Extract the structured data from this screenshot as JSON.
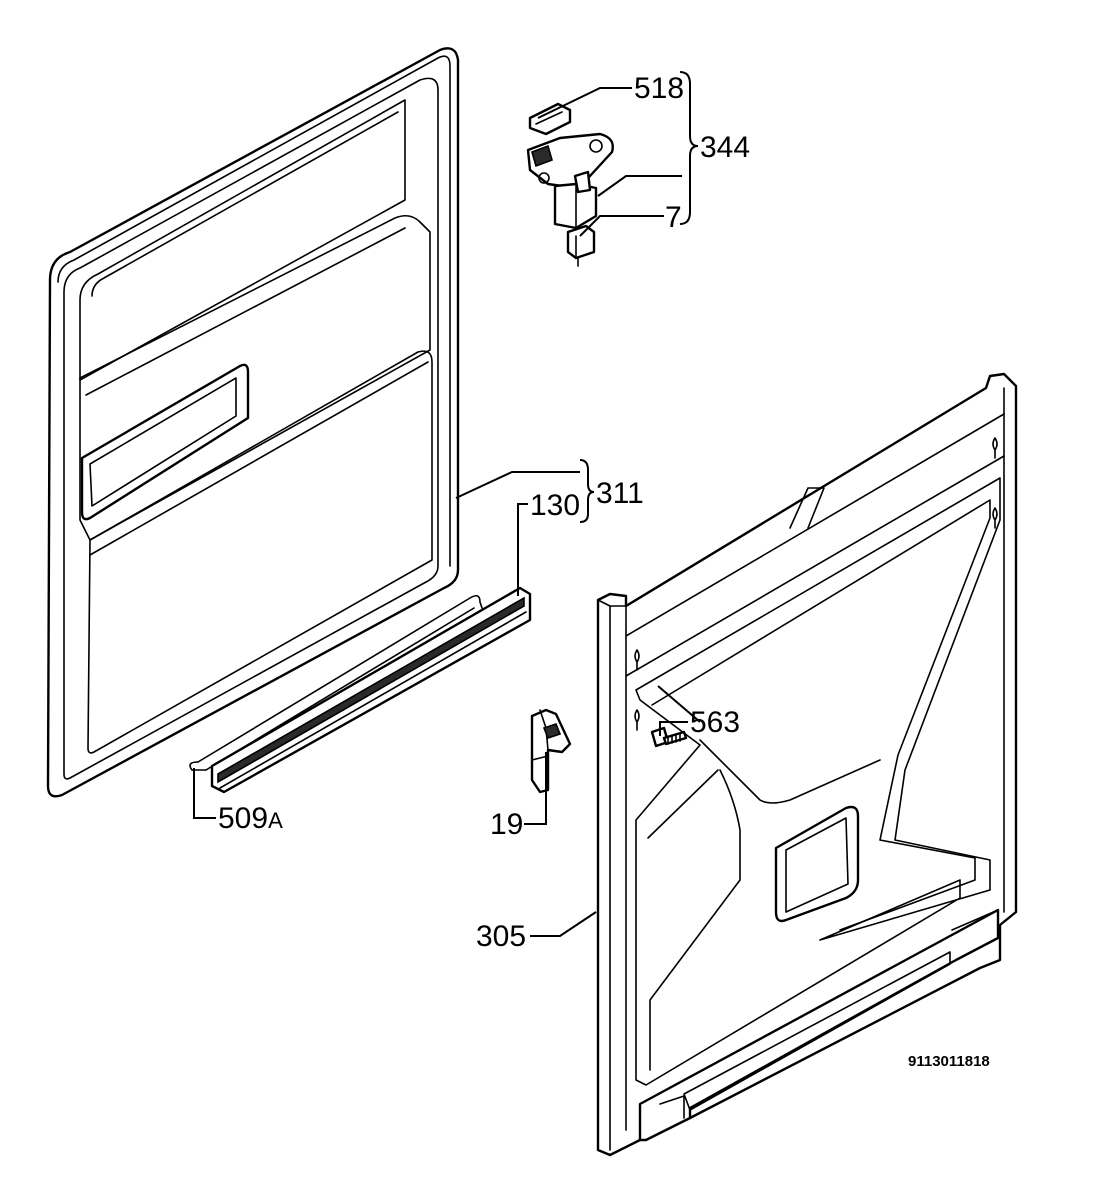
{
  "diagram": {
    "reference_number": "9113011818",
    "callouts": {
      "c518": "518",
      "c344": "344",
      "c7": "7",
      "c311": "311",
      "c130": "130",
      "c509": "509",
      "c509_suffix": "A",
      "c563": "563",
      "c19": "19",
      "c305": "305"
    }
  }
}
